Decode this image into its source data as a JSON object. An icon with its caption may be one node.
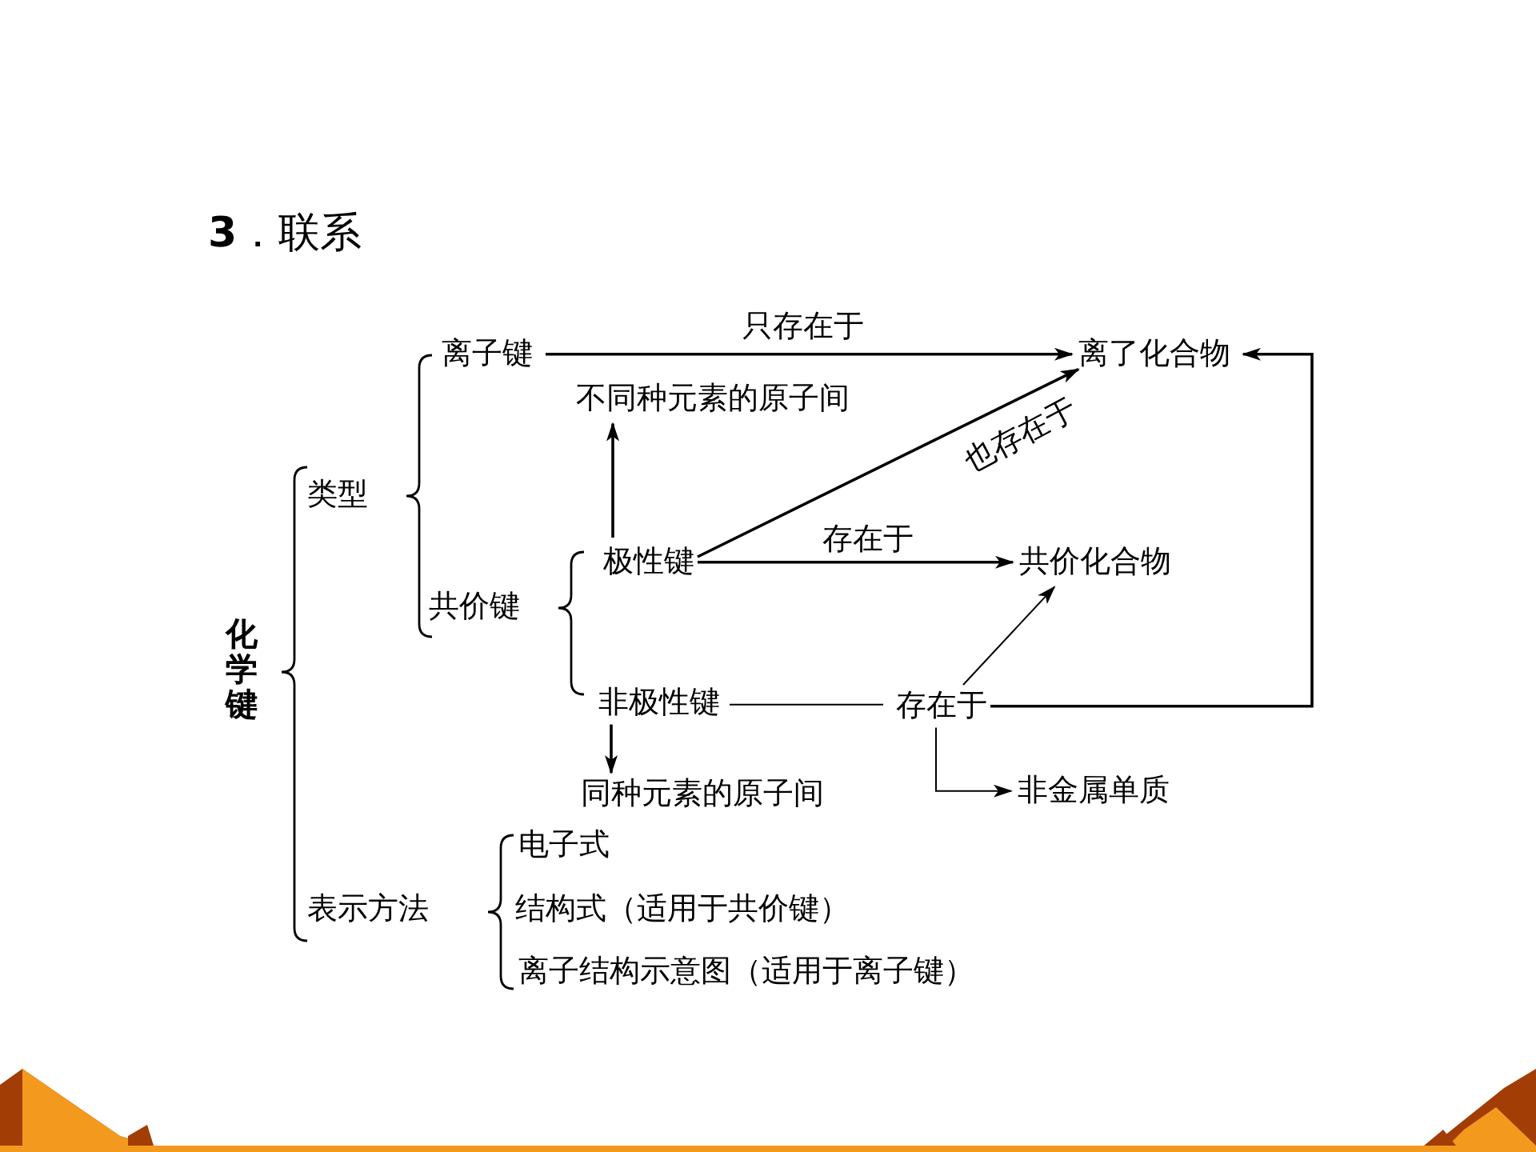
{
  "diagram": {
    "title": "**3**．联系",
    "nodes": [
      {
        "text": [
          "化学键"
        ]
      },
      {
        "text": [
          "类型"
        ]
      },
      {
        "text": [
          "表示方法"
        ]
      },
      {
        "text": [
          "离子键"
        ]
      },
      {
        "text": [
          "共价键"
        ]
      },
      {
        "text": [
          "离了化合物"
        ]
      },
      {
        "text": [
          "不同种元素的原子间"
        ]
      },
      {
        "text": [
          "极性键"
        ]
      },
      {
        "text": [
          "共价化合物"
        ]
      },
      {
        "text": [
          "非极性键"
        ]
      },
      {
        "text": [
          "存在于"
        ]
      },
      {
        "text": [
          "同种元素的原子间"
        ]
      },
      {
        "text": [
          "非金属单质"
        ]
      },
      {
        "text": [
          "电子式"
        ]
      },
      {
        "text": [
          "结构式（适用于共价键）"
        ]
      },
      {
        "text": [
          "离子结构示意图（适用于离子键）"
        ]
      }
    ],
    "edges": [
      {
        "from": 3,
        "to": 5,
        "arrow": "to",
        "label": "只存在于"
      },
      {
        "from": 7,
        "to": 6,
        "arrow": "to"
      },
      {
        "from": 7,
        "to": 5,
        "arrow": "to",
        "label": "也存在于"
      },
      {
        "from": 7,
        "to": 8,
        "arrow": "to",
        "label": "存在于"
      },
      {
        "from": 9,
        "to": 10,
        "arrow": "none"
      },
      {
        "from": 10,
        "to": 8,
        "arrow": "to"
      },
      {
        "from": 10,
        "to": 5,
        "arrow": "to"
      },
      {
        "from": 10,
        "to": 12,
        "arrow": "to"
      },
      {
        "from": 9,
        "to": 11,
        "arrow": "to"
      }
    ]
  }
}
